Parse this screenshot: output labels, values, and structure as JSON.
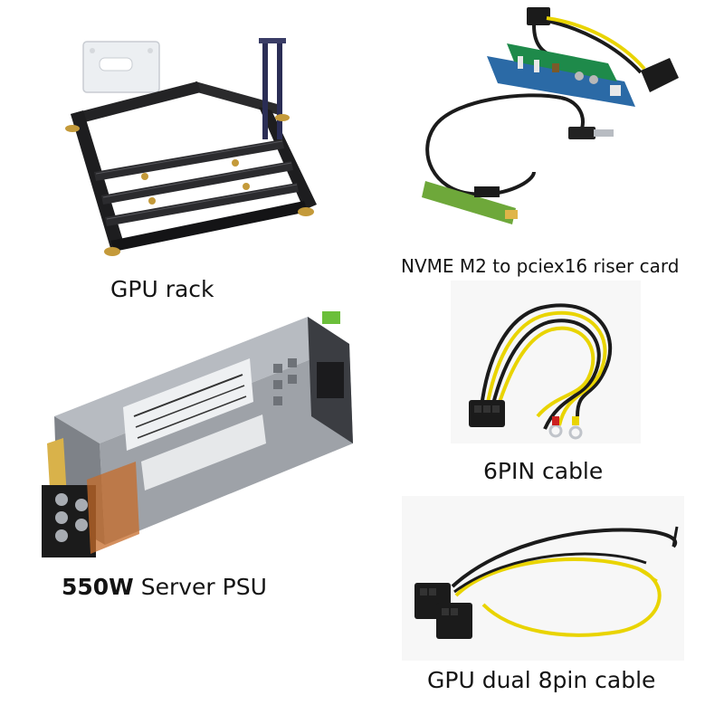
{
  "products": {
    "gpu_rack": {
      "caption": "GPU rack",
      "image_icon": "gpu-rack-icon"
    },
    "riser_card": {
      "caption": "NVME M2 to pciex16 riser card",
      "image_icon": "riser-card-icon"
    },
    "psu": {
      "caption_bold": "550W",
      "caption_rest": " Server PSU",
      "image_icon": "server-psu-icon"
    },
    "six_pin_cable": {
      "caption": "6PIN cable",
      "image_icon": "six-pin-cable-icon"
    },
    "dual_8pin_cable": {
      "caption": "GPU dual 8pin cable",
      "image_icon": "dual-8pin-cable-icon"
    }
  },
  "colors": {
    "cable_yellow": "#e9d400",
    "cable_black": "#1b1b1b",
    "pcb_blue": "#2b6aa6",
    "pcb_green": "#6ea83a",
    "metal_gray": "#9ea2a8",
    "rack_black": "#1d1d1f",
    "accent_gold": "#c49a3a"
  }
}
